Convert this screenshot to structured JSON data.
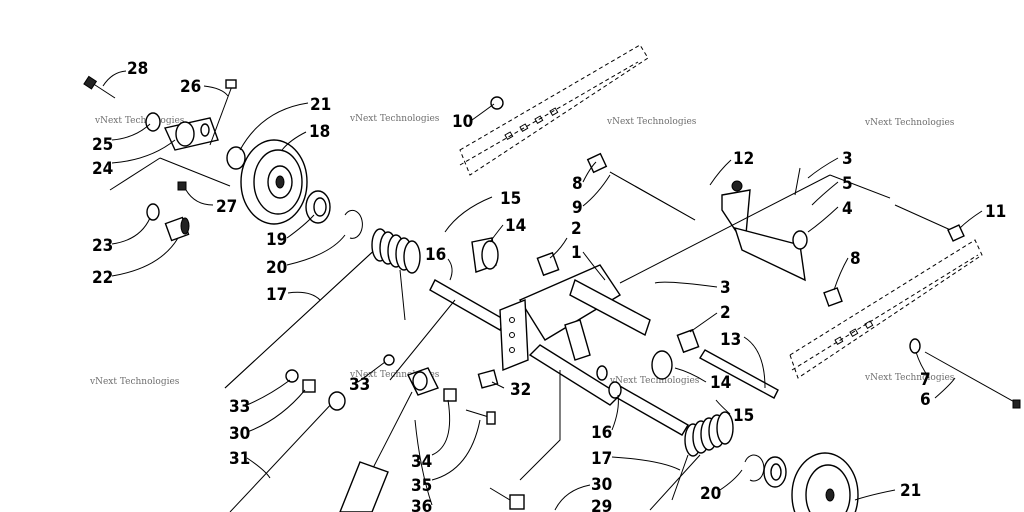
{
  "callouts": [
    {
      "label": "28"
    },
    {
      "label": "26"
    },
    {
      "label": "21"
    },
    {
      "label": "18"
    },
    {
      "label": "25"
    },
    {
      "label": "24"
    },
    {
      "label": "27"
    },
    {
      "label": "23"
    },
    {
      "label": "22"
    },
    {
      "label": "19"
    },
    {
      "label": "20"
    },
    {
      "label": "17"
    },
    {
      "label": "10"
    },
    {
      "label": "8"
    },
    {
      "label": "9"
    },
    {
      "label": "15"
    },
    {
      "label": "14"
    },
    {
      "label": "2"
    },
    {
      "label": "1"
    },
    {
      "label": "16"
    },
    {
      "label": "12"
    },
    {
      "label": "3"
    },
    {
      "label": "5"
    },
    {
      "label": "4"
    },
    {
      "label": "11"
    },
    {
      "label": "8"
    },
    {
      "label": "3"
    },
    {
      "label": "2"
    },
    {
      "label": "13"
    },
    {
      "label": "7"
    },
    {
      "label": "6"
    },
    {
      "label": "14"
    },
    {
      "label": "15"
    },
    {
      "label": "32"
    },
    {
      "label": "33"
    },
    {
      "label": "33"
    },
    {
      "label": "30"
    },
    {
      "label": "31"
    },
    {
      "label": "34"
    },
    {
      "label": "35"
    },
    {
      "label": "36"
    },
    {
      "label": "16"
    },
    {
      "label": "17"
    },
    {
      "label": "20"
    },
    {
      "label": "30"
    },
    {
      "label": "29"
    },
    {
      "label": "21"
    }
  ],
  "watermark": "vNext Technologies"
}
